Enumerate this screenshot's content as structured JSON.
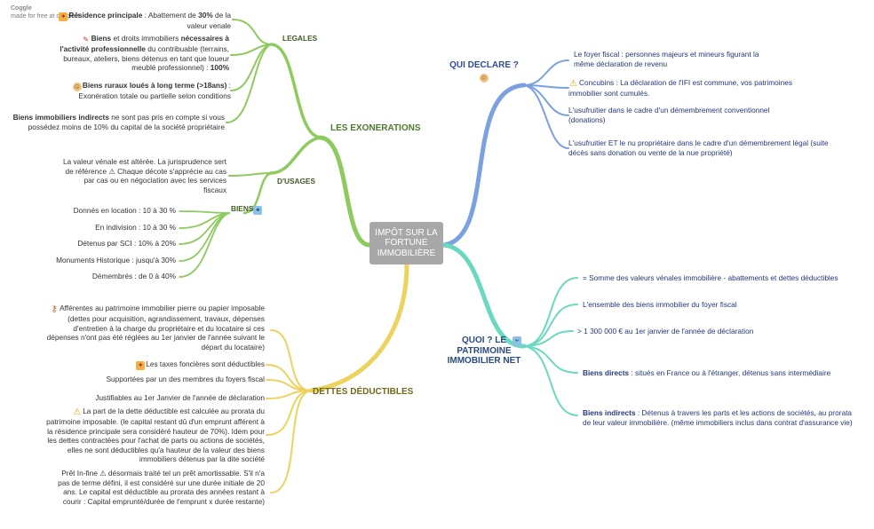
{
  "brand": {
    "name": "Coggle",
    "tagline": "made for free at coggle.it"
  },
  "center": {
    "label": "IMPÔT SUR LA FORTUNE IMMOBILIÈRE"
  },
  "colors": {
    "green": "#8dcb5e",
    "yellow": "#ecd35f",
    "blue": "#7ba1e0",
    "teal": "#6bd8c0",
    "center": "#a8a8a8"
  },
  "exonerations": {
    "title": "LES EXONERATIONS",
    "legales": {
      "label": "LEGALES",
      "items": [
        {
          "icon": "gift-icon",
          "bold": "Résidence principale",
          "text": " : Abattement de ",
          "bold2": "30%",
          "text2": " de la valeur venale"
        },
        {
          "icon": "pin-icon",
          "bold": "Biens",
          "text": " et droits immobiliers ",
          "bold2": "nécessaires à l'activité professionnelle",
          "text2": " du contribuable (terrains, bureaux, ateliers, biens détenus en tant que loueur meublé professionnel) : ",
          "bold3": "100%"
        },
        {
          "icon": "person-icon",
          "bold": "Biens ruraux loués à long terme (>18ans)",
          "text": " : Exonération totale ou partielle selon conditions"
        },
        {
          "bold": "Biens immobiliers indirects",
          "text": " ne sont pas pris en compte si vous possédez moins de 10% du capital de la société propriétaire"
        }
      ]
    },
    "usages": {
      "label": "D'USAGES",
      "note": "La valeur vénale est altérée. La jurisprudence sert de référence ⚠ Chaque décote s'apprécie au cas par cas ou en négociation avec les services fiscaux",
      "biens": {
        "label": "BIENS",
        "icon": "map-icon",
        "items": [
          "Donnés en location : 10 à 30 %",
          "En indivision : 10 à 30 %",
          "Détenus par SCI : 10% à 20%",
          "Monuments Historique : jusqu'à 30%",
          "Démembrés : de 0 à 40%"
        ]
      }
    }
  },
  "dettes": {
    "title": "DETTES DÉDUCTIBLES",
    "items": [
      {
        "icon": "key-icon",
        "text": "Afférentes au patrimoine immobilier pierre ou papier imposable (dettes pour acquisition, agrandissement, travaux, dépenses d'entretien à la charge du propriétaire et du locataire si ces dépenses n'ont pas été réglées au 1er janvier de l'année suivant le départ du locataire)"
      },
      {
        "icon": "gift-icon",
        "text": "Les taxes foncières sont déductibles"
      },
      {
        "text": "Supportées par un des membres du foyers fiscal"
      },
      {
        "text": "Justifiables au 1er Janvier de l'année de déclaration"
      },
      {
        "icon": "warning-icon",
        "text": "La part de la dette déductible est calculée au prorata du patrimoine imposable. (le capital restant dû d'un emprunt afférent à la résidence principale sera considéré hauteur de 70%). Idem pour les dettes contractées pour l'achat de parts ou actions de sociétés, elles ne sont déductibles qu'a hauteur de la valeur des biens immobiliers détenus par la dite société"
      },
      {
        "icon": "warning-icon",
        "text": "Prêt In-fine ⚠ désormais traité tel un prêt amortissable. S'il n'a pas de terme défini, il est considéré sur une durée initiale de 20 ans. Le capital est déductible au prorata des années restant à courir : Capital emprunté/durée de l'emprunt x durée restante)"
      }
    ]
  },
  "qui_declare": {
    "title": "QUI DECLARE ?",
    "icon": "people-icon",
    "items": [
      {
        "text": "Le foyer fiscal : personnes majeurs et mineurs figurant la même déclaration de revenu"
      },
      {
        "icon": "warning-icon",
        "text": "Concubins : La déclaration de l'IFI est commune, vos patrimoines immobilier sont cumulés."
      },
      {
        "text": "L'usufruitier dans le cadre d'un démembrement conventionnel (donations)"
      },
      {
        "text": "L'usufruitier ET le nu propriétaire dans le cadre d'un démembrement légal (suite décès sans donation ou vente de la nue propriété)"
      }
    ]
  },
  "quoi": {
    "title": "QUOI ? LE PATRIMOINE IMMOBILIER NET",
    "icon": "map-icon",
    "items": [
      {
        "text": "= Somme des valeurs vénales immobilière - abattements et dettes déductibles"
      },
      {
        "text": "L'ensemble des biens immobilier du foyer fiscal"
      },
      {
        "text": "> 1 300 000 € au 1er janvier de l'année de déclaration"
      },
      {
        "bold": "Biens directs",
        "text": " : situés en France ou à l'étranger, détenus sans intermédiaire"
      },
      {
        "bold": "Biens indirects",
        "text": " : Détenus à travers les parts et les actions de sociétés, au prorata de leur valeur immobilière. (même immobiliers inclus dans contrat d'assurance vie)"
      }
    ]
  }
}
